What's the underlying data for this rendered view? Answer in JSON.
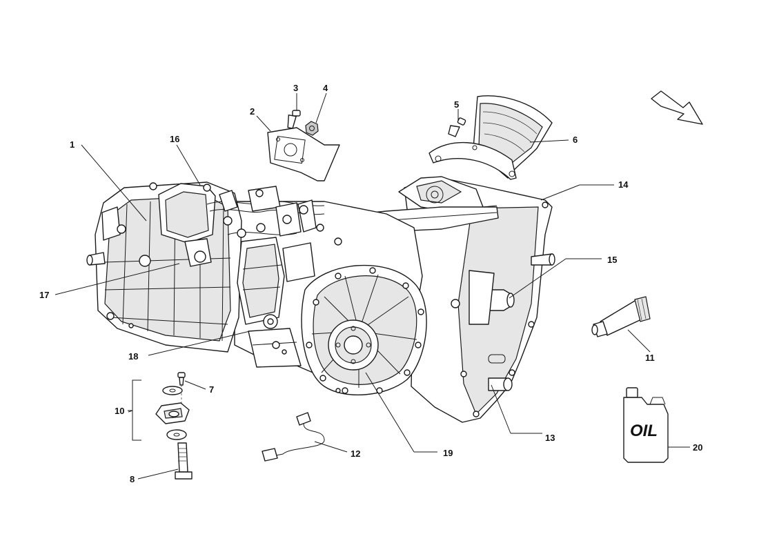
{
  "callouts": [
    {
      "id": "1",
      "label": "1"
    },
    {
      "id": "2",
      "label": "2"
    },
    {
      "id": "3",
      "label": "3"
    },
    {
      "id": "4",
      "label": "4"
    },
    {
      "id": "5",
      "label": "5"
    },
    {
      "id": "6",
      "label": "6"
    },
    {
      "id": "7",
      "label": "7"
    },
    {
      "id": "8",
      "label": "8"
    },
    {
      "id": "10",
      "label": "10"
    },
    {
      "id": "11",
      "label": "11"
    },
    {
      "id": "12",
      "label": "12"
    },
    {
      "id": "13",
      "label": "13"
    },
    {
      "id": "14",
      "label": "14"
    },
    {
      "id": "15",
      "label": "15"
    },
    {
      "id": "16",
      "label": "16"
    },
    {
      "id": "17",
      "label": "17"
    },
    {
      "id": "18",
      "label": "18"
    },
    {
      "id": "19",
      "label": "19"
    },
    {
      "id": "20",
      "label": "20"
    }
  ],
  "oil_container": {
    "label": "OIL"
  },
  "colors": {
    "line": "#1a1a1a",
    "fill": "#ffffff",
    "shade": "#e6e6e6"
  },
  "icons": {
    "direction": "direction-arrow-icon"
  }
}
